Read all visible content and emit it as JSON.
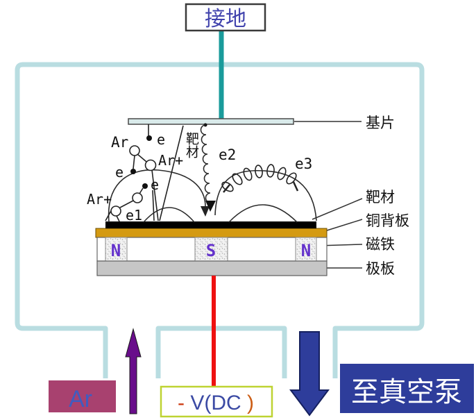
{
  "colors": {
    "chamber_wall": "#b9dde1",
    "ground_wire": "#1a9b9b",
    "ground_text": "#4143ad",
    "substrate_fill": "#d9eaea",
    "hv_wire": "#ee1111",
    "copper_plate": "#d49a12",
    "electrode_plate": "#c6c6c6",
    "magnet_letter": "#6432cc",
    "argon_box": "#a8416f",
    "argon_text": "#3f5cc0",
    "argon_arrow": "#690d8b",
    "pump_blue": "#2e3d9b",
    "pump_text": "#ffffff",
    "vdc_border": "#bed332",
    "vdc_minus": "#cc3a10",
    "vdc_body": "#3b4aa4",
    "vdc_close": "#cc5d15"
  },
  "top": {
    "ground": "接地"
  },
  "right_labels": {
    "substrate": "基片",
    "target": "靶材",
    "copper_backing": "铜背板",
    "magnet": "磁铁",
    "electrode": "极板"
  },
  "plasma": {
    "target_vertical": "靶材",
    "ar_atom": "Ar",
    "e_top": "e",
    "e_left": "e",
    "ar_ion_mid": "Ar+",
    "e_mid": "e",
    "ar_ion_left": "Ar+",
    "e1": "e1",
    "e2": "e2",
    "e3": "e3"
  },
  "magnets": {
    "left": "N",
    "center": "S",
    "right": "N"
  },
  "bottom": {
    "argon": "Ar",
    "vacuum_pump": "至真空泵",
    "voltage": {
      "minus": "-",
      "body": "V(DC",
      "close": ")"
    }
  }
}
